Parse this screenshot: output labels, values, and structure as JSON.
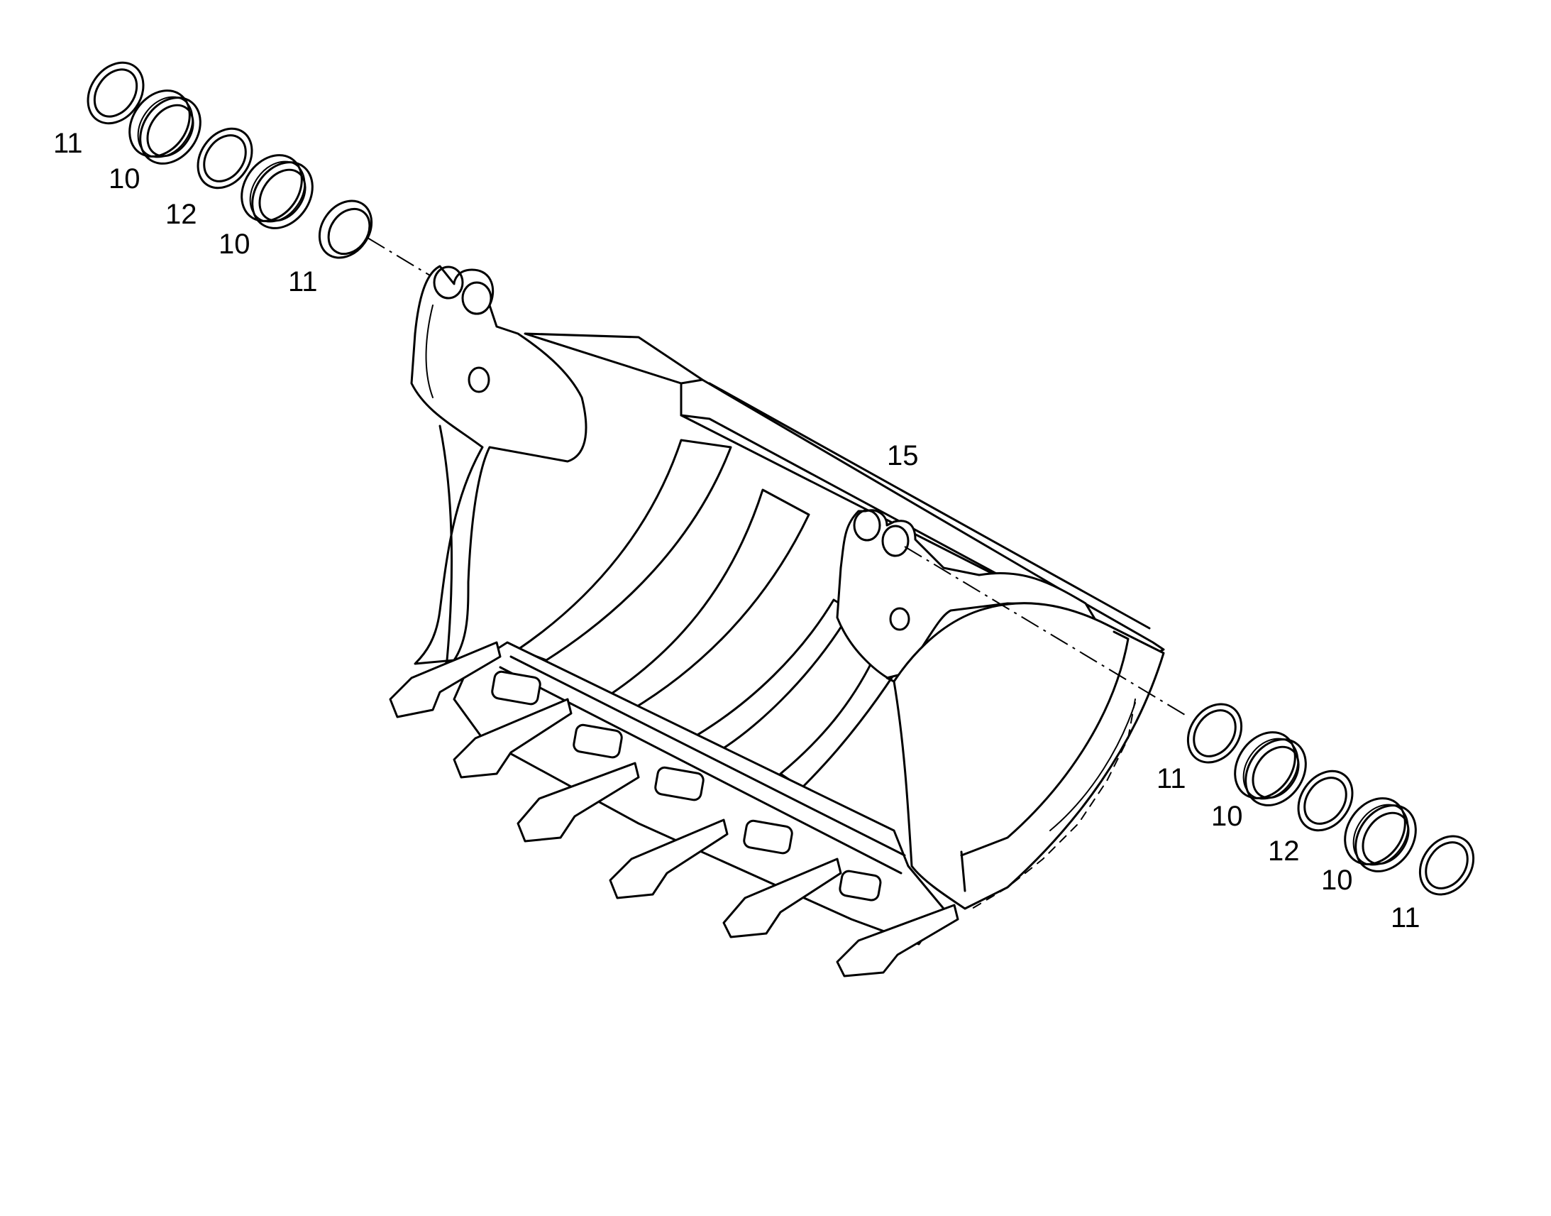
{
  "callouts": {
    "c1": "11",
    "c2": "10",
    "c3": "12",
    "c4": "10",
    "c5": "11",
    "c6": "15",
    "c7": "11",
    "c8": "10",
    "c9": "12",
    "c10": "10",
    "c11": "11"
  }
}
